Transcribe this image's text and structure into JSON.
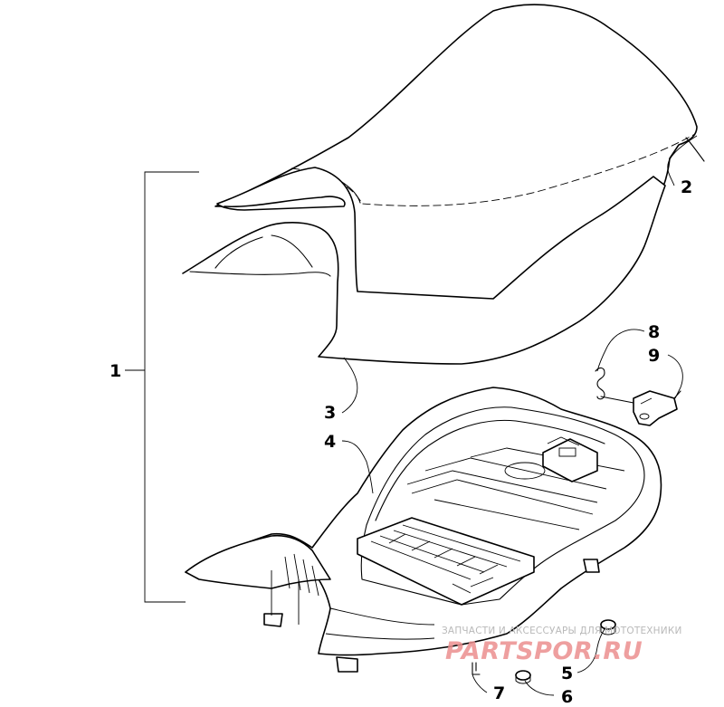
{
  "diagram": {
    "callouts": [
      {
        "id": "1",
        "label": "1"
      },
      {
        "id": "2",
        "label": "2"
      },
      {
        "id": "3",
        "label": "3"
      },
      {
        "id": "4",
        "label": "4"
      },
      {
        "id": "5",
        "label": "5"
      },
      {
        "id": "6",
        "label": "6"
      },
      {
        "id": "7",
        "label": "7"
      },
      {
        "id": "8",
        "label": "8"
      },
      {
        "id": "9",
        "label": "9"
      }
    ]
  },
  "watermark": {
    "tagline": "ЗАПЧАСТИ И АКСЕССУАРЫ ДЛЯ МОТОТЕХНИКИ",
    "brand": "PARTSPOR.RU",
    "brand_color": "#ec8f8f"
  }
}
